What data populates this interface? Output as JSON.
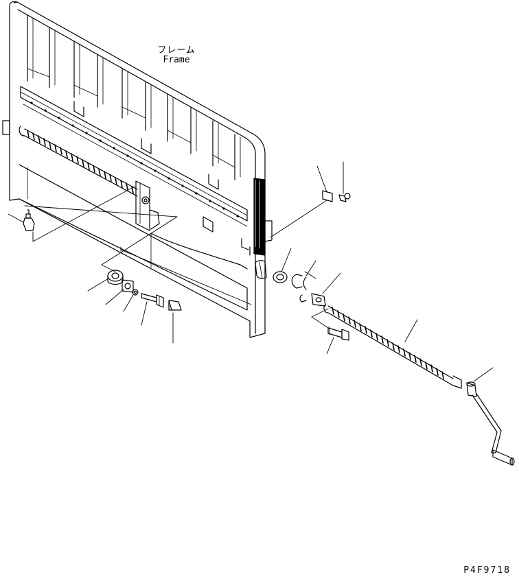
{
  "labels": {
    "frame_jp": "フレーム",
    "frame_en": "Frame"
  },
  "drawing_code": "P4F9718",
  "colors": {
    "line": "#000000",
    "background": "#ffffff"
  }
}
